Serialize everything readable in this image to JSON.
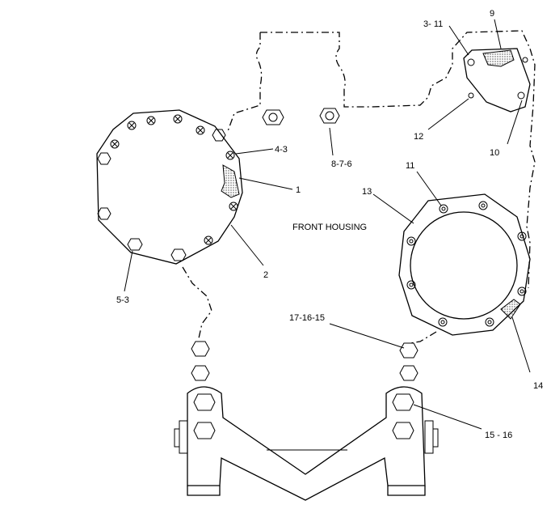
{
  "housing_label": "FRONT HOUSING",
  "callouts": {
    "c_9": "9",
    "c_3_11": "3- 11",
    "c_12": "12",
    "c_10": "10",
    "c_4_3": "4-3",
    "c_8_7_6": "8-7-6",
    "c_1": "1",
    "c_11": "11",
    "c_13": "13",
    "c_2": "2",
    "c_5_3": "5-3",
    "c_17_16_15": "17-16-15",
    "c_14": "14",
    "c_15_16": "15 - 16"
  }
}
